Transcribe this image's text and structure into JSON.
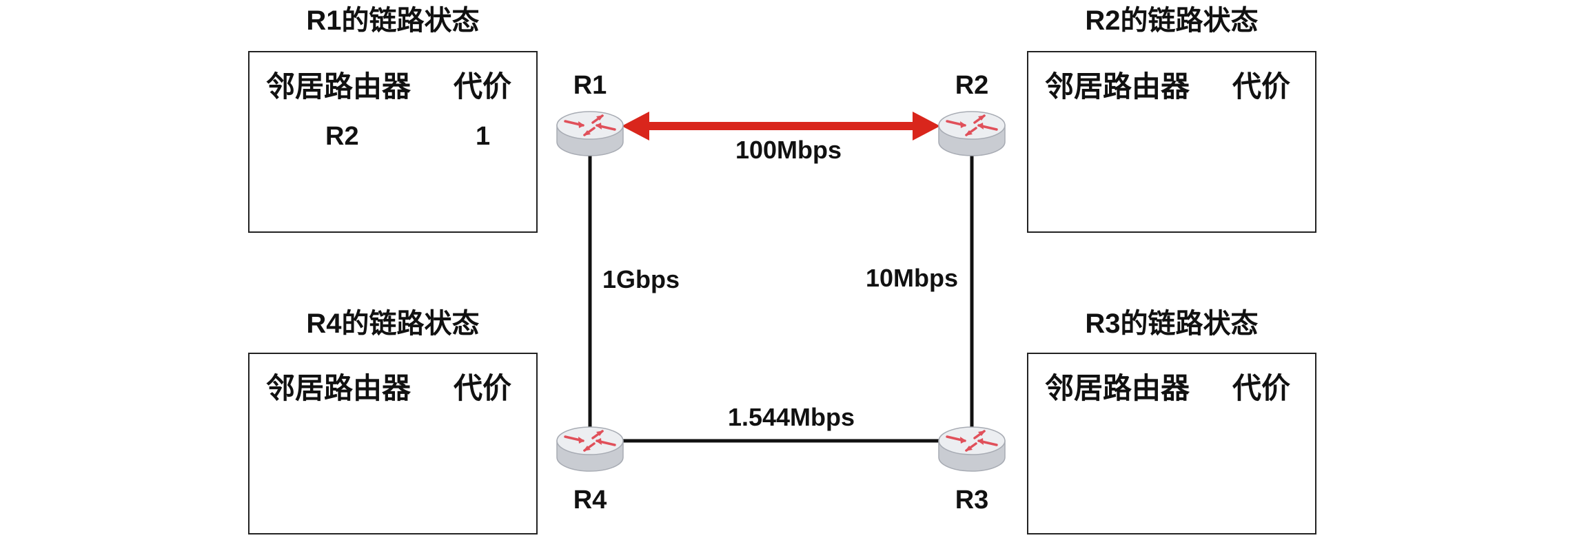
{
  "panels": [
    {
      "title": "R1的链路状态",
      "header_neighbor": "邻居路由器",
      "header_cost": "代价",
      "rows": [
        {
          "neighbor": "R2",
          "cost": "1"
        }
      ]
    },
    {
      "title": "R2的链路状态",
      "header_neighbor": "邻居路由器",
      "header_cost": "代价",
      "rows": []
    },
    {
      "title": "R4的链路状态",
      "header_neighbor": "邻居路由器",
      "header_cost": "代价",
      "rows": []
    },
    {
      "title": "R3的链路状态",
      "header_neighbor": "邻居路由器",
      "header_cost": "代价",
      "rows": []
    }
  ],
  "routers": {
    "r1": "R1",
    "r2": "R2",
    "r3": "R3",
    "r4": "R4"
  },
  "links": {
    "r1_r2": "100Mbps",
    "r1_r4": "1Gbps",
    "r2_r3": "10Mbps",
    "r4_r3": "1.544Mbps"
  },
  "colors": {
    "highlight_link": "#d9261c",
    "link": "#111111",
    "router_body": "#e6e8ec",
    "router_arrow": "#e0505a"
  }
}
